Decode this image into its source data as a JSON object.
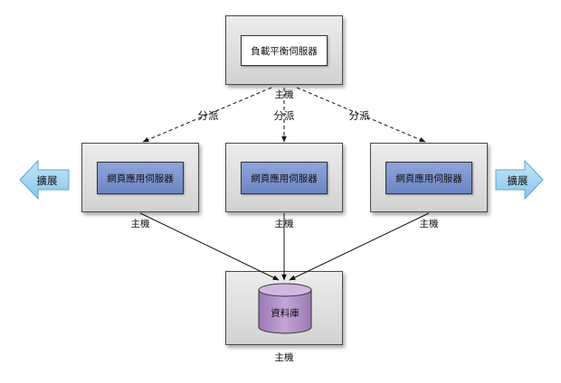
{
  "load_balancer": {
    "label": "負載平衡伺服器",
    "host_caption": "主機"
  },
  "dispatch_labels": [
    "分派",
    "分派",
    "分派"
  ],
  "web_servers": [
    {
      "label": "網頁應用伺服器",
      "host_caption": "主機"
    },
    {
      "label": "網頁應用伺服器",
      "host_caption": "主機"
    },
    {
      "label": "網頁應用伺服器",
      "host_caption": "主機"
    }
  ],
  "database": {
    "label": "資料庫",
    "host_caption": "主機"
  },
  "scale_left": {
    "label": "擴展"
  },
  "scale_right": {
    "label": "擴展"
  },
  "colors": {
    "host_fill": "#dcdcdc",
    "web_server_fill": "#7b93cf",
    "database_fill": "#b48fc6",
    "scale_arrow_fill": "#9fd3ef"
  }
}
